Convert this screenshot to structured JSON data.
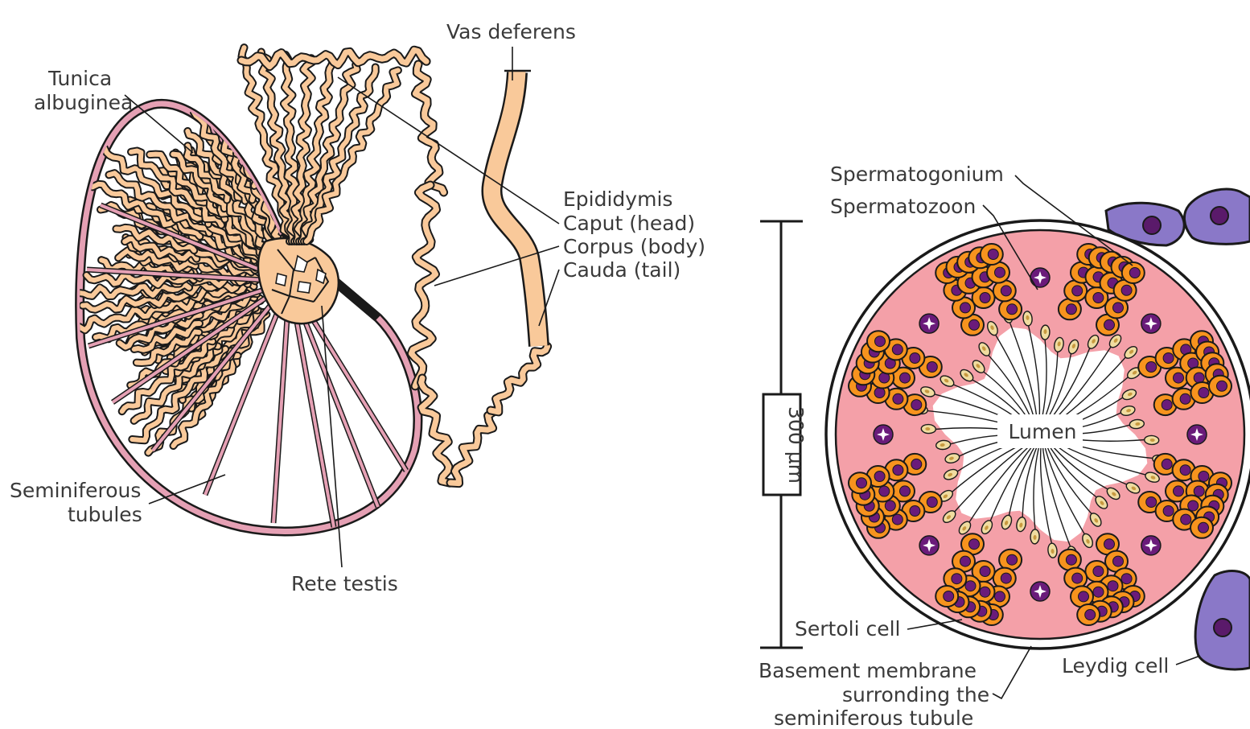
{
  "left_diagram": {
    "labels": {
      "vas_deferens": "Vas deferens",
      "tunica_line1": "Tunica",
      "tunica_line2": "albuginea",
      "epididymis": "Epididymis",
      "caput": "Caput (head)",
      "corpus": "Corpus (body)",
      "cauda": "Cauda (tail)",
      "seminiferous_line1": "Seminiferous",
      "seminiferous_line2": "tubules",
      "rete_testis": "Rete testis"
    }
  },
  "right_diagram": {
    "labels": {
      "spermatogonium": "Spermatogonium",
      "spermatozoon": "Spermatozoon",
      "lumen": "Lumen",
      "scale_bar": "300 µm",
      "sertoli_cell": "Sertoli cell",
      "basement_line1": "Basement membrane",
      "basement_line2": "surronding the",
      "basement_line3": "seminiferous tubule",
      "leydig_cell": "Leydig cell"
    }
  },
  "colors": {
    "tubule_fill": "#f9c99a",
    "outline": "#1a1a1a",
    "capsule_pink": "#e5a0b4",
    "tubule_pink": "#f4a0a8",
    "spermatogonium_orange": "#f7931e",
    "nucleus_purple": "#6a1b7a",
    "leydig_purple": "#8a78c8",
    "sperm_head": "#f0dca0"
  }
}
